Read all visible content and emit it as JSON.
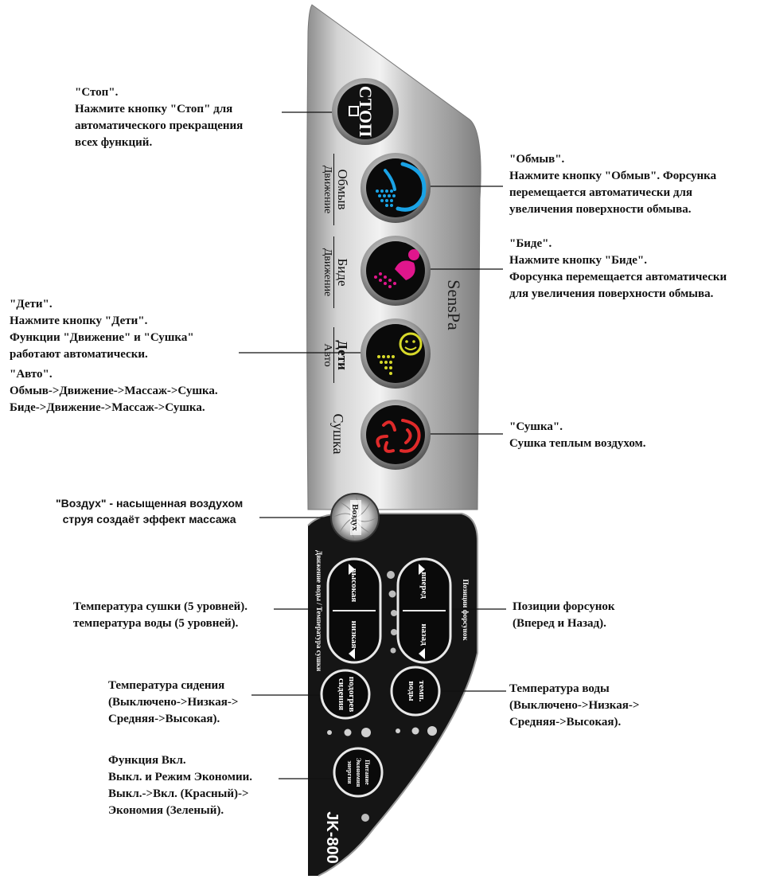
{
  "panel": {
    "brand": "SensPa",
    "model": "JK-800",
    "colors": {
      "panel_silver": "#bdbdbd",
      "panel_black": "#151515",
      "wash_blue": "#1aa3e6",
      "bidet_pink": "#e0168c",
      "kids_yellow": "#d7d92a",
      "dry_red": "#e02a2a"
    },
    "buttons": {
      "stop": {
        "label": "СТОП",
        "icon": "square-icon"
      },
      "wash": {
        "label": "Обмыв",
        "sublabel": "Движение",
        "icon": "wash-spray-icon"
      },
      "bidet": {
        "label": "Биде",
        "sublabel": "Движение",
        "icon": "bidet-spray-icon"
      },
      "kids": {
        "label": "Дети",
        "sublabel": "Авто",
        "icon": "kids-face-icon"
      },
      "dry": {
        "label": "Сушка",
        "icon": "dryer-fan-icon"
      },
      "air": {
        "label": "Воздух",
        "icon": "air-swirl-icon"
      },
      "high": {
        "label": "высокая",
        "icon": "arrow-up-icon"
      },
      "low": {
        "label": "низкая",
        "icon": "arrow-down-icon"
      },
      "forward": {
        "label": "вперед",
        "icon": "arrow-up-icon"
      },
      "back": {
        "label": "назад",
        "icon": "arrow-down-icon"
      },
      "seat_heat": {
        "label": "подогрев сидения"
      },
      "water_temp": {
        "label": "темп. воды"
      },
      "power": {
        "label": "Питание Экономия энергии"
      }
    },
    "captions": {
      "left_vertical": "Движение воды / Температура сушки",
      "right_vertical": "Позиции форсунок"
    }
  },
  "annotations": {
    "stop": [
      "\"Стоп\".",
      "Нажмите кнопку \"Стоп\" для",
      "автоматического прекращения",
      "всех функций."
    ],
    "wash": [
      "\"Обмыв\".",
      "Нажмите кнопку \"Обмыв\". Форсунка",
      "перемещается автоматически для",
      "увеличения поверхности обмыва."
    ],
    "bidet": [
      "\"Биде\".",
      "Нажмите кнопку \"Биде\".",
      "Форсунка перемещается автоматически",
      "для увеличения поверхности обмыва."
    ],
    "kids": [
      "\"Дети\".",
      "Нажмите кнопку \"Дети\".",
      "Функции \"Движение\" и \"Сушка\"",
      "работают автоматически."
    ],
    "auto": [
      "\"Авто\".",
      "Обмыв->Движение->Массаж->Сушка.",
      "Биде->Движение->Массаж->Сушка."
    ],
    "dry": [
      "\"Сушка\".",
      "Сушка теплым воздухом."
    ],
    "air": [
      "\"Воздух\" - насыщенная воздухом",
      "струя создаёт эффект массажа"
    ],
    "temp_dry_water": [
      "Температура сушки (5 уровней).",
      "температура воды (5 уровней)."
    ],
    "nozzle_pos": [
      "Позиции форсунок",
      "(Вперед и Назад)."
    ],
    "seat_temp": [
      "Температура сидения",
      "(Выключено->Низкая->",
      "Средняя->Высокая)."
    ],
    "water_temp": [
      "Температура воды",
      "(Выключено->Низкая->",
      "Средняя->Высокая)."
    ],
    "power": [
      "Функция Вкл.",
      "Выкл. и Режим Экономии.",
      "Выкл.->Вкл. (Красный)->",
      "Экономия (Зеленый)."
    ]
  }
}
